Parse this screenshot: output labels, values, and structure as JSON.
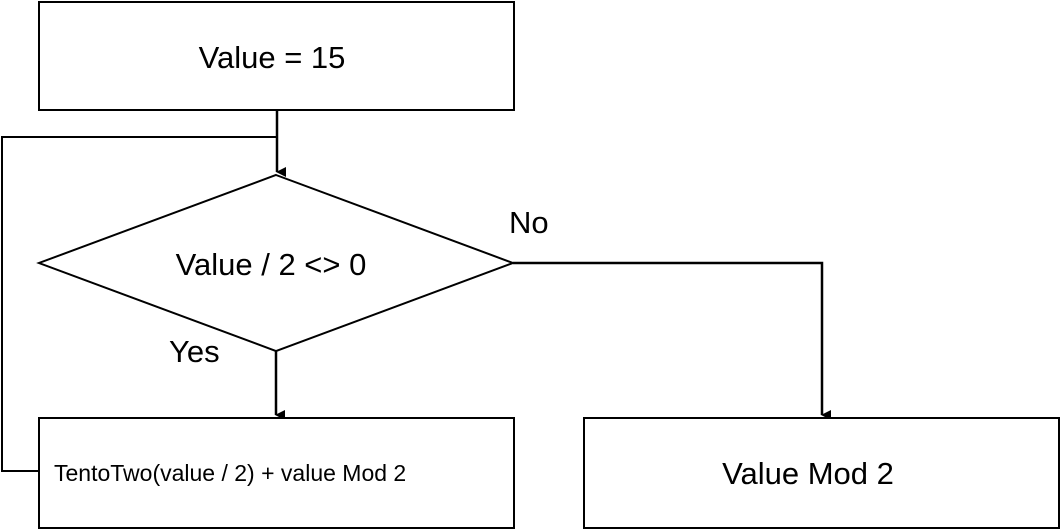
{
  "nodes": {
    "start": {
      "label": "Value = 15"
    },
    "decision": {
      "label": "Value / 2 <> 0"
    },
    "recurse": {
      "label": "TentoTwo(value / 2) + value Mod 2"
    },
    "result": {
      "label": "Value Mod 2"
    }
  },
  "edges": {
    "yes_label": "Yes",
    "no_label": "No"
  },
  "colors": {
    "stroke": "#000000",
    "fill": "#ffffff",
    "text": "#000000"
  }
}
